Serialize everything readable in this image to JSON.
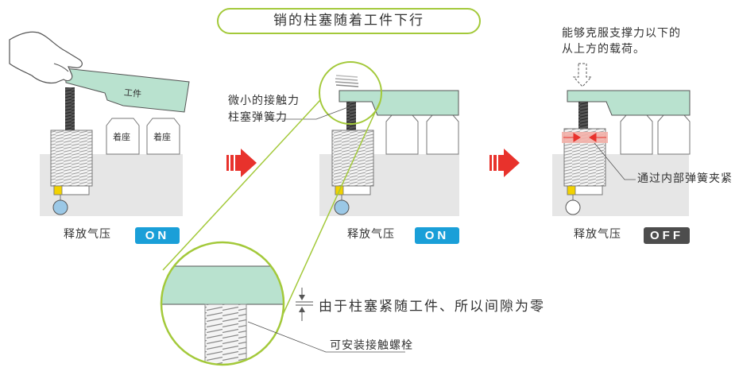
{
  "title": "销的柱塞随着工件下行",
  "workpiece_label": "工件",
  "seat_label": "着座",
  "left_notes": [
    "微小的接触力",
    "柱塞弹簧力"
  ],
  "right_notes": [
    "能够克服支撑力以下的",
    "从上方的载荷。"
  ],
  "clamp_note": "通过内部弹簧夹紧",
  "stages": [
    {
      "label": "释放气压",
      "state": "ON",
      "color": "#1a9fd8"
    },
    {
      "label": "释放气压",
      "state": "ON",
      "color": "#1a9fd8"
    },
    {
      "label": "释放气压",
      "state": "OFF",
      "color": "#4d4d4d"
    }
  ],
  "gap_note": "由于柱塞紧随工件、所以间隙为零",
  "bolt_note": "可安装接触螺栓",
  "colors": {
    "workpiece": "#b9e2cf",
    "base": "#e6e6e6",
    "highlight": "#a3c93a",
    "arrow": "#e8322c",
    "thread": "#9a9a9a"
  }
}
